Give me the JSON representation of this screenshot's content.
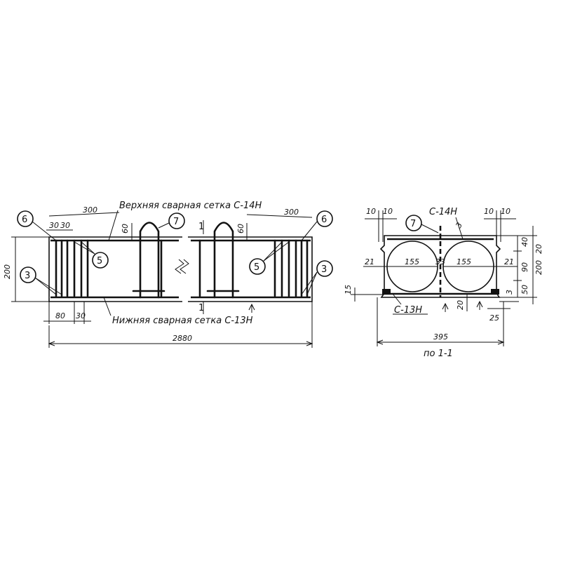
{
  "title_top_mesh": "Верхняя сварная сетка С-14Н",
  "title_bottom_mesh": "Нижняя сварная сетка С-13Н",
  "section_caption": "по 1-1",
  "section_marks": {
    "cut": "1"
  },
  "callouts": {
    "c3": "3",
    "c5": "5",
    "c6": "6",
    "c7": "7"
  },
  "elevation_dims": {
    "d300": "300",
    "d30a": "30",
    "d30b": "30",
    "d60": "60",
    "d200": "200",
    "d80": "80",
    "d30c": "30",
    "d2880": "2880"
  },
  "section_labels": {
    "top_mesh": "С-14Н",
    "bottom_mesh": "С-13Н"
  },
  "section_dims": {
    "d10": "10",
    "d21": "21",
    "d155": "155",
    "d33": "33",
    "d40": "40",
    "d20": "20",
    "d200": "200",
    "d90": "90",
    "d50": "50",
    "d15": "15",
    "d3": "3",
    "d25": "25",
    "d395": "395"
  }
}
